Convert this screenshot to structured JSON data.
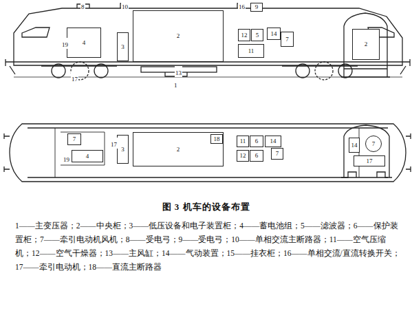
{
  "diagram": {
    "title": "图 3 机车的设备布置",
    "caption": "1——主变压器；2——中央柜；3——低压设备和电子装置柜；4——蓄电池组；5——滤波器；6——保护装置柜；7——牵引电动机风机；8——受电弓；9——受电弓；10——单相交流主断路器；11——空气压缩机；12——空气干燥器；13——主风缸；14——气动装置；15——挂衣柜；16——单相交流/直流转换开关；17——牵引电动机；18——直流主断路器",
    "nodes": [
      {
        "text": [
          "4"
        ]
      },
      {
        "text": [
          "3"
        ]
      },
      {
        "text": [
          "2"
        ]
      },
      {
        "text": [
          "12"
        ]
      },
      {
        "text": [
          "5"
        ]
      },
      {
        "text": [
          "14"
        ]
      },
      {
        "text": [
          "7"
        ]
      },
      {
        "text": [
          "11"
        ]
      },
      {
        "text": [
          "9"
        ]
      },
      {
        "text": [
          "2"
        ]
      },
      {
        "text": [
          "7"
        ]
      },
      {
        "text": [
          "4"
        ]
      },
      {
        "text": [
          "3"
        ]
      },
      {
        "text": [
          "2"
        ]
      },
      {
        "text": [
          "18"
        ],
        "in": 13
      },
      {
        "text": [
          "11"
        ]
      },
      {
        "text": [
          "6"
        ]
      },
      {
        "text": [
          "14"
        ]
      },
      {
        "text": [
          "12"
        ]
      },
      {
        "text": [
          "6"
        ]
      },
      {
        "text": [
          "7"
        ]
      },
      {
        "text": [
          "14"
        ]
      },
      {
        "text": [
          "7"
        ]
      },
      {
        "text": [
          "17"
        ]
      }
    ],
    "labels": [
      "8",
      "10",
      "16",
      "19",
      "17",
      "13",
      "1",
      "17",
      "19"
    ]
  }
}
